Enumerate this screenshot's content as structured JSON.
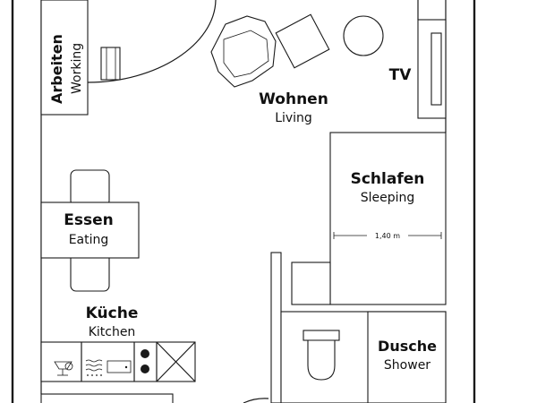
{
  "rooms": {
    "working": {
      "label_de": "Arbeiten",
      "label_en": "Working"
    },
    "living": {
      "label_de": "Wohnen",
      "label_en": "Living"
    },
    "tv": {
      "label": "TV"
    },
    "sleeping": {
      "label_de": "Schlafen",
      "label_en": "Sleeping"
    },
    "bed_dimension": "1,40 m",
    "eating": {
      "label_de": "Essen",
      "label_en": "Eating"
    },
    "kitchen": {
      "label_de": "Küche",
      "label_en": "Kitchen"
    },
    "shower": {
      "label_de": "Dusche",
      "label_en": "Shower"
    }
  },
  "icons": [
    "sink-icon",
    "radiator-icon",
    "oven-icon",
    "stove-icon"
  ],
  "colors": {
    "line": "#1a1a1a",
    "background": "#ffffff"
  }
}
